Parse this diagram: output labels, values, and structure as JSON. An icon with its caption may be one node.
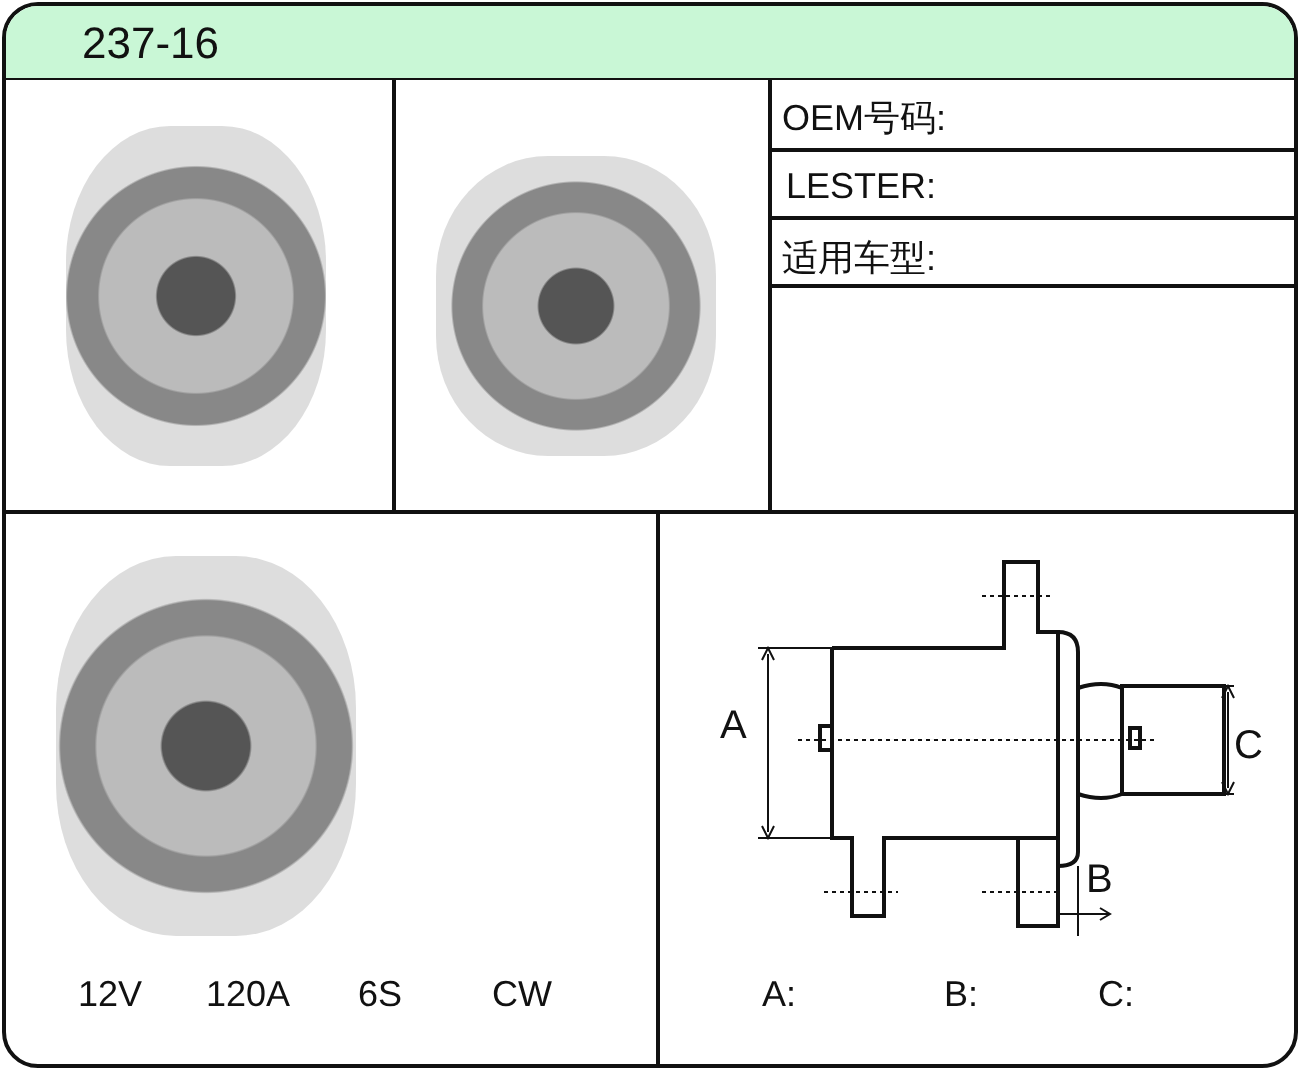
{
  "diagram": {
    "title": "237-16",
    "labels": [
      "OEM号码:",
      "LESTER:",
      "适用车型:",
      "12V",
      "120A",
      "6S",
      "CW",
      "A",
      "C",
      "B",
      "A:",
      "B:",
      "C:"
    ]
  }
}
